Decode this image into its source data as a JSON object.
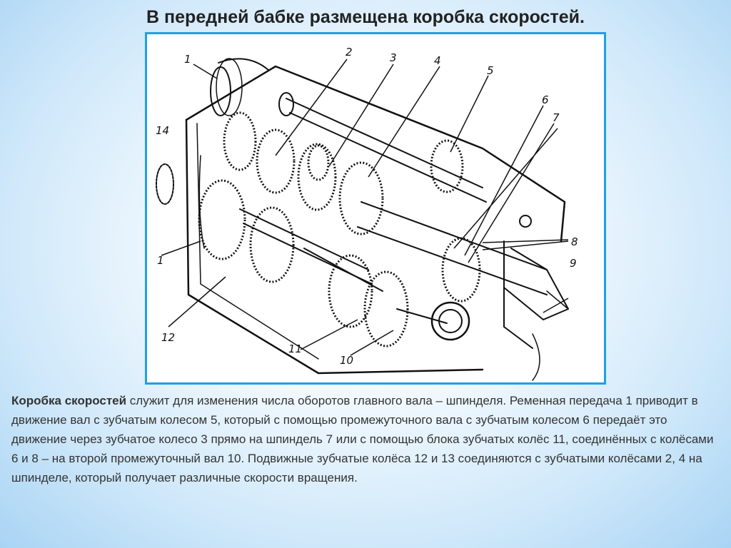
{
  "title": "В передней бабке размещена коробка скоростей.",
  "figure": {
    "labels": [
      "1",
      "2",
      "3",
      "4",
      "5",
      "6",
      "7",
      "8",
      "9",
      "10",
      "11",
      "12",
      "14",
      "1"
    ]
  },
  "caption": {
    "term": "Коробка скоростей",
    "text": " служит для изменения числа оборотов главного вала – шпинделя. Ременная передача 1 приводит в движение вал с зубчатым колесом 5, который с помощью промежуточного вала с зубчатым колесом  6 передаёт это движение через зубчатое колесо 3 прямо на шпиндель  7 или с помощью блока зубчатых колёс 11, соединённых с колёсами 6 и 8 – на второй промежуточный вал 10.  Подвижные зубчатые колёса 12 и 13 соединяются с зубчатыми колёсами 2, 4 на шпинделе, который получает различные скорости вращения."
  }
}
